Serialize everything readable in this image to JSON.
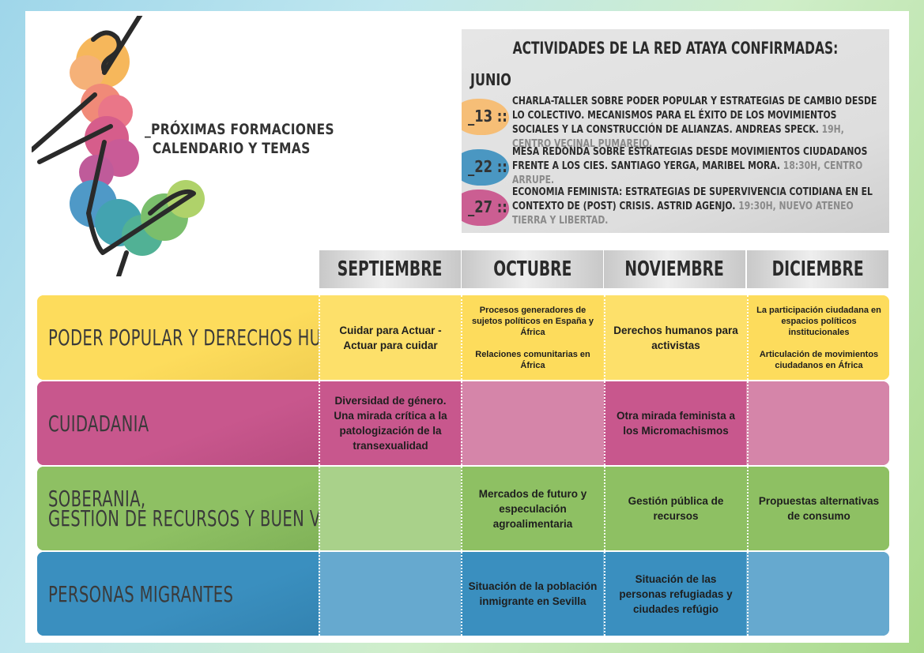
{
  "header": {
    "subtitle_line1": "_PRÓXIMAS FORMACIONES",
    "subtitle_line2": "CALENDARIO Y TEMAS"
  },
  "activities": {
    "title": "ACTIVIDADES DE LA RED ATAYA CONFIRMADAS:",
    "month": "JUNIO",
    "items": [
      {
        "date": "_13 ::",
        "text": "CHARLA-TALLER SOBRE PODER POPULAR Y ESTRATEGIAS DE CAMBIO DESDE LO COLECTIVO. MECANISMOS PARA EL ÉXITO DE LOS MOVIMIENTOS SOCIALES Y LA CONSTRUCCIÓN DE ALIANZAS. ANDREAS SPECK.",
        "time": "19H, CENTRO VECINAL PUMAREJO.",
        "color": "#f7b96a"
      },
      {
        "date": "_22 ::",
        "text": "MESA REDONDA SOBRE ESTRATEGIAS DESDE MOVIMIENTOS CIUDADANOS FRENTE A LOS CIES. SANTIAGO YERGA, MARIBEL MORA.",
        "time": "18:30H, CENTRO ARRUPE.",
        "color": "#3a8fbf"
      },
      {
        "date": "_27 ::",
        "text": "ECONOMIA FEMINISTA: ESTRATEGIAS DE SUPERVIVENCIA COTIDIANA EN EL CONTEXTO DE (POST) CRISIS. ASTRID AGENJO.",
        "time": "19:30H, NUEVO ATENEO TIERRA Y LIBERTAD.",
        "color": "#c9508a"
      }
    ]
  },
  "months": [
    "SEPTIEMBRE",
    "OCTUBRE",
    "NOVIEMBRE",
    "DICIEMBRE"
  ],
  "rows": [
    {
      "title": "PODER POPULAR Y DERECHOS HUMANOS",
      "color": "#fddc5c",
      "cells": [
        "Cuidar para Actuar - Actuar para cuidar",
        "Procesos generadores de sujetos políticos en España y África\n\nRelaciones comunitarias en África",
        "Derechos humanos para activistas",
        "La participación ciudadana en espacios políticos institucionales\n\nArticulación de movimientos ciudadanos en África"
      ]
    },
    {
      "title": "CUIDADANIA",
      "color": "#c8578d",
      "cells": [
        "Diversidad de género. Una mirada crítica a la patologización de la transexualidad",
        "",
        "Otra mirada feminista a los Micromachismos",
        ""
      ]
    },
    {
      "title_line1": "SOBERANIA,",
      "title_line2": "GESTION DE RECURSOS Y BUEN VIVIR",
      "color": "#8ec063",
      "cells": [
        "",
        "Mercados de futuro y especulación agroalimentaria",
        "Gestión pública de recursos",
        "Propuestas alternativas de consumo"
      ]
    },
    {
      "title": "PERSONAS MIGRANTES",
      "color": "#3a8fbf",
      "cells": [
        "",
        "Situación de la población inmigrante en Sevilla",
        "Situación de las personas refugiadas y ciudades refúgio",
        ""
      ]
    }
  ]
}
